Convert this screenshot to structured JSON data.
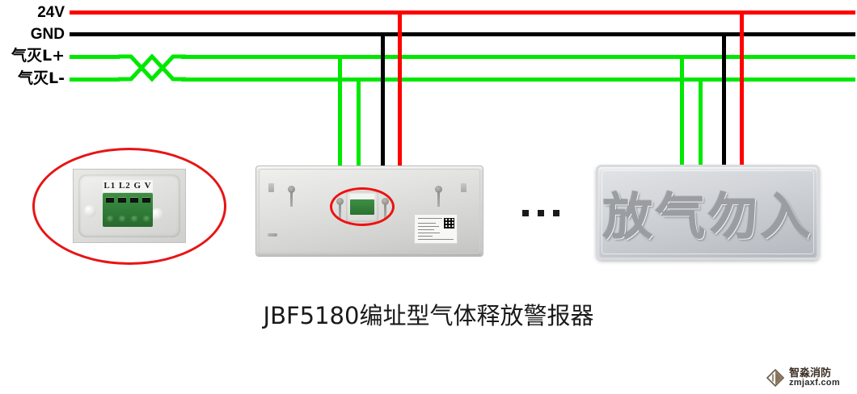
{
  "diagram": {
    "caption": "JBF5180编址型气体释放警报器",
    "bus_labels": [
      {
        "id": "24v",
        "text": "24V",
        "color": "#fe0000",
        "script": "latin"
      },
      {
        "id": "gnd",
        "text": "GND",
        "color": "#000000",
        "script": "latin"
      },
      {
        "id": "lplus",
        "text": "气灭L+",
        "color": "#00e800",
        "script": "cjk"
      },
      {
        "id": "lminus",
        "text": "气灭L-",
        "color": "#00e800",
        "script": "cjk"
      }
    ],
    "ellipsis": "• • •",
    "colors": {
      "power_positive": "#fe0000",
      "power_ground": "#000000",
      "signal_loop": "#00e800",
      "highlight_ellipse": "#e81414"
    }
  },
  "terminal_closeup": {
    "labels": "L1 L2 G V",
    "pin_count": 4
  },
  "device": {
    "name": "气体释放警报器",
    "sticker_present": true
  },
  "sign": {
    "text": "放气勿入"
  },
  "watermark": {
    "name": "智淼消防",
    "url": "zmjaxf.com"
  }
}
